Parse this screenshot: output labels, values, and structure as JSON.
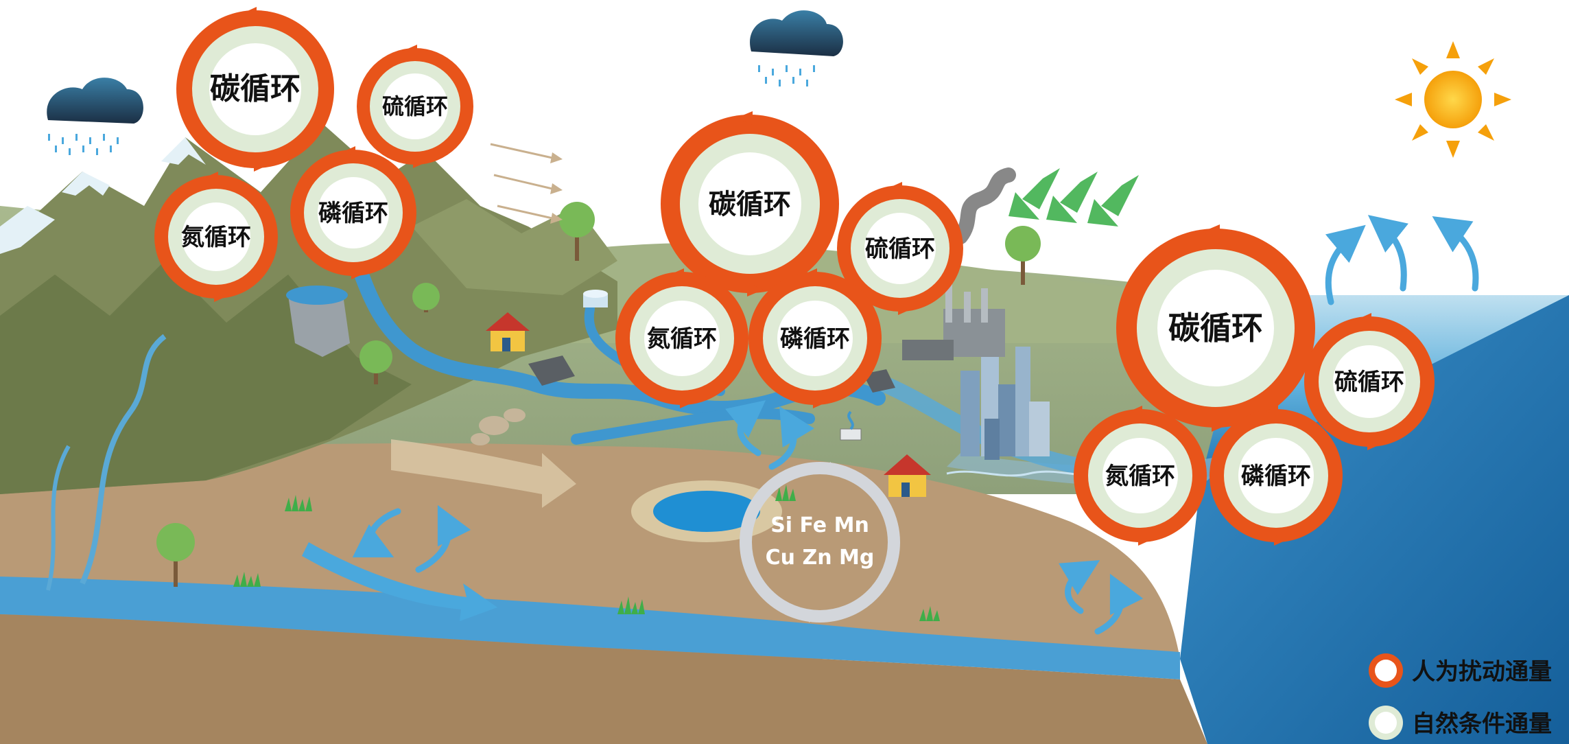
{
  "cycles": {
    "carbon": "碳循环",
    "sulfur": "硫循环",
    "nitrogen": "氮循环",
    "phosphorus": "磷循环"
  },
  "elements": {
    "row1": "Si Fe Mn",
    "row2": "Cu Zn Mg"
  },
  "legend": {
    "anthropogenic": "人为扰动通量",
    "natural": "自然条件通量"
  },
  "colors": {
    "anthropogenic_ring": "#e8541a",
    "natural_ring": "#dfebd6",
    "water": "#3f97cf",
    "soil": "#b99a76",
    "mountain": "#7f8a5a"
  }
}
